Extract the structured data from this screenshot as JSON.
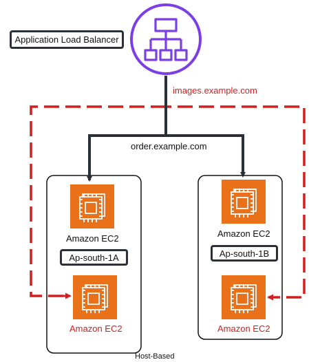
{
  "load_balancer": {
    "label": "Application Load Balancer",
    "icon": "load-balancer-icon",
    "color": "#7b3fe4"
  },
  "routes": {
    "images": {
      "host": "images.example.com",
      "color": "#d01f1f"
    },
    "orders": {
      "host": "order.example.com",
      "color": "#2b2f36"
    }
  },
  "zones": [
    {
      "name": "Ap-south-1A",
      "top_instance": {
        "label": "Amazon EC2"
      },
      "bottom_instance": {
        "label": "Amazon EC2"
      }
    },
    {
      "name": "Ap-south-1B",
      "top_instance": {
        "label": "Amazon EC2"
      },
      "bottom_instance": {
        "label": "Amazon EC2"
      }
    }
  ],
  "ec2": {
    "icon": "ec2-chip-icon",
    "color": "#e8711a"
  },
  "caption": "Host-Based"
}
